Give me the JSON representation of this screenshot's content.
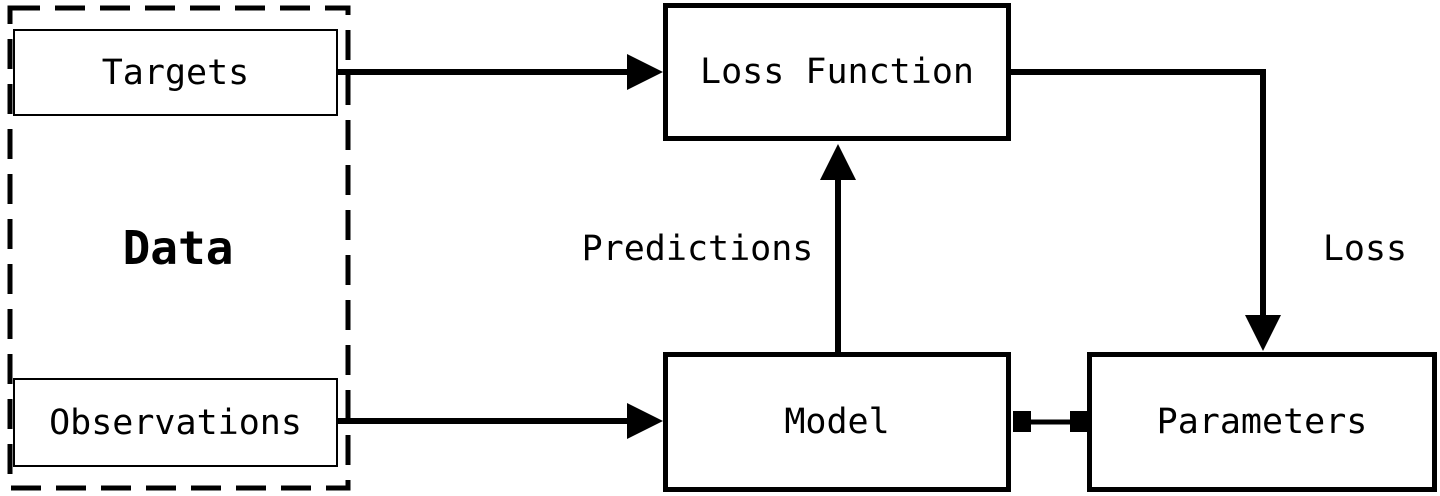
{
  "diagram": {
    "group": {
      "label": "Data"
    },
    "nodes": {
      "targets": {
        "label": "Targets"
      },
      "observations": {
        "label": "Observations"
      },
      "loss_function": {
        "label": "Loss Function"
      },
      "model": {
        "label": "Model"
      },
      "parameters": {
        "label": "Parameters"
      }
    },
    "edge_labels": {
      "predictions": {
        "label": "Predictions"
      },
      "loss": {
        "label": "Loss"
      }
    },
    "colors": {
      "stroke": "#000000",
      "background": "#ffffff"
    }
  }
}
